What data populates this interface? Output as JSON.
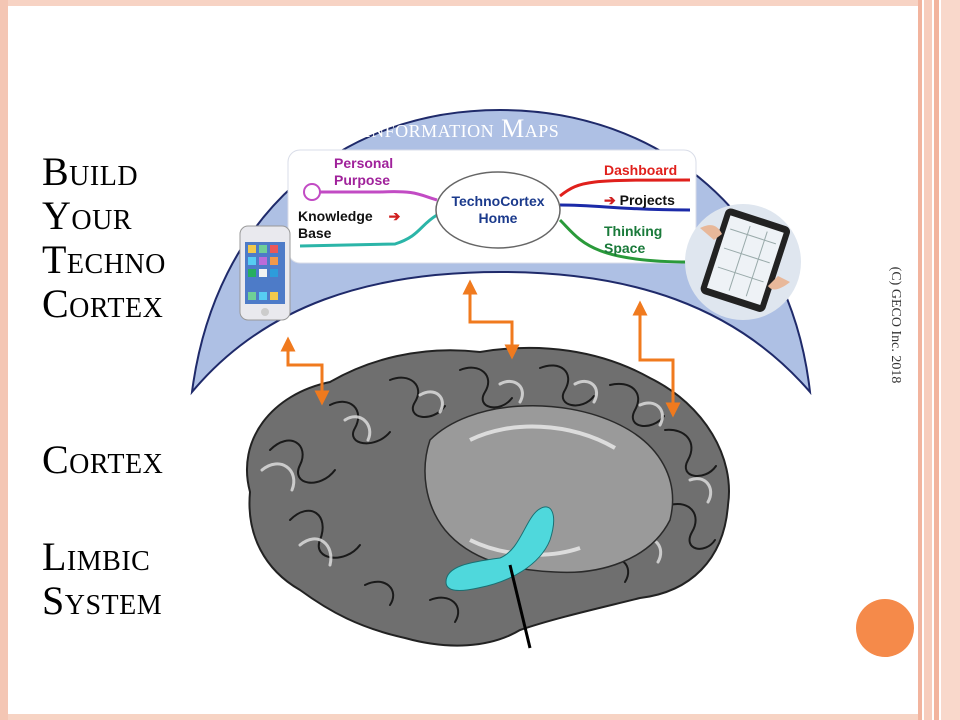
{
  "slide": {
    "title_lines": [
      "Build",
      "Your",
      "Techno",
      "Cortex"
    ],
    "cortex_label": "Cortex",
    "limbic_lines": [
      "Limbic",
      "System"
    ],
    "copyright": "(C) GECO Inc. 2018"
  },
  "info_maps": {
    "title": "Information Maps",
    "center_node": [
      "TechnoCortex",
      "Home"
    ],
    "nodes": {
      "personal_purpose": [
        "Personal",
        "Purpose"
      ],
      "knowledge_base": [
        "Knowledge",
        "Base"
      ],
      "dashboard": "Dashboard",
      "projects": "Projects",
      "thinking_space": [
        "Thinking",
        "Space"
      ],
      "arrow_glyph": "➔"
    }
  },
  "colors": {
    "dome": "#aec0e4",
    "accent_arrows": "#f07a1e",
    "frame": "#f4c6b4",
    "circle": "#f58a4a",
    "limbic_highlight": "#4fd8dc",
    "personal_purpose": "#a0229b",
    "knowledge_base": "#111111",
    "dashboard": "#e0201c",
    "projects": "#111111",
    "thinking_space": "#1a7a3a",
    "center_node": "#1b3a8c"
  }
}
